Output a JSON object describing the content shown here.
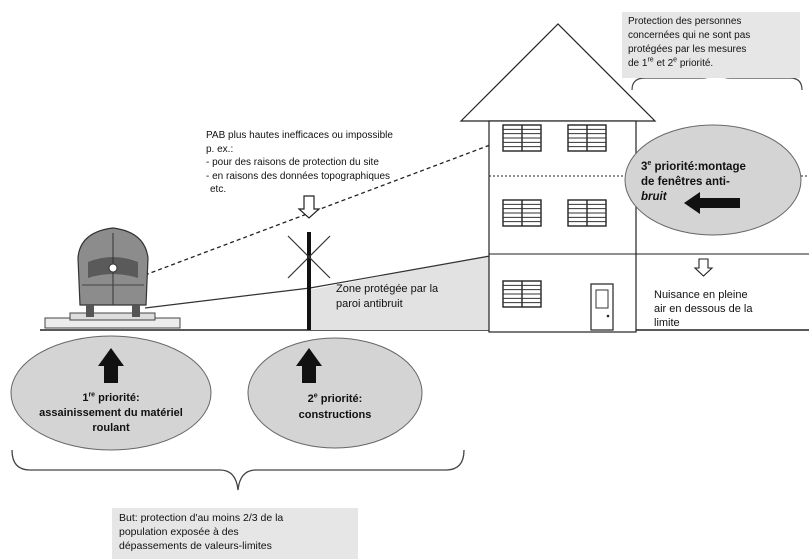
{
  "top_right_box": {
    "line1": "Protection des personnes",
    "line2": "concernées qui ne sont pas",
    "line3": "protégées par les mesures",
    "line4_prefix": "de 1",
    "line4_sup1": "re",
    "line4_mid": " et 2",
    "line4_sup2": "e",
    "line4_suffix": " priorité."
  },
  "pab_note": {
    "line1": "PAB plus hautes inefficaces ou impossible",
    "line2": "p. ex.:",
    "line3": "- pour des raisons de protection du site",
    "line4": "- en raisons des données topographiques",
    "line5": "etc."
  },
  "priority3": {
    "prefix": "3",
    "sup": "e",
    "line1_rest": " priorité:montage",
    "line2": "de fenêtres anti-",
    "line3": "bruit"
  },
  "zone_label": {
    "line1": "Zone protégée par la",
    "line2": "paroi antibruit"
  },
  "nuisance_label": {
    "line1": "Nuisance en pleine",
    "line2": "air en dessous de la",
    "line3": "limite"
  },
  "priority1": {
    "prefix": "1",
    "sup": "re",
    "line1_rest": " priorité:",
    "line2": "assainissement du matériel",
    "line3": "roulant"
  },
  "priority2": {
    "prefix": "2",
    "sup": "e",
    "line1_rest": " priorité:",
    "line2": "constructions"
  },
  "goal_box": {
    "line1": "But: protection d'au moins 2/3 de la",
    "line2": "population exposée à des",
    "line3": "dépassements de valeurs-limites"
  },
  "colors": {
    "ellipse_fill": "#d4d4d4",
    "box_fill": "#e6e6e6",
    "zone_fill": "#e2e2e2",
    "arrow": "#111111"
  }
}
